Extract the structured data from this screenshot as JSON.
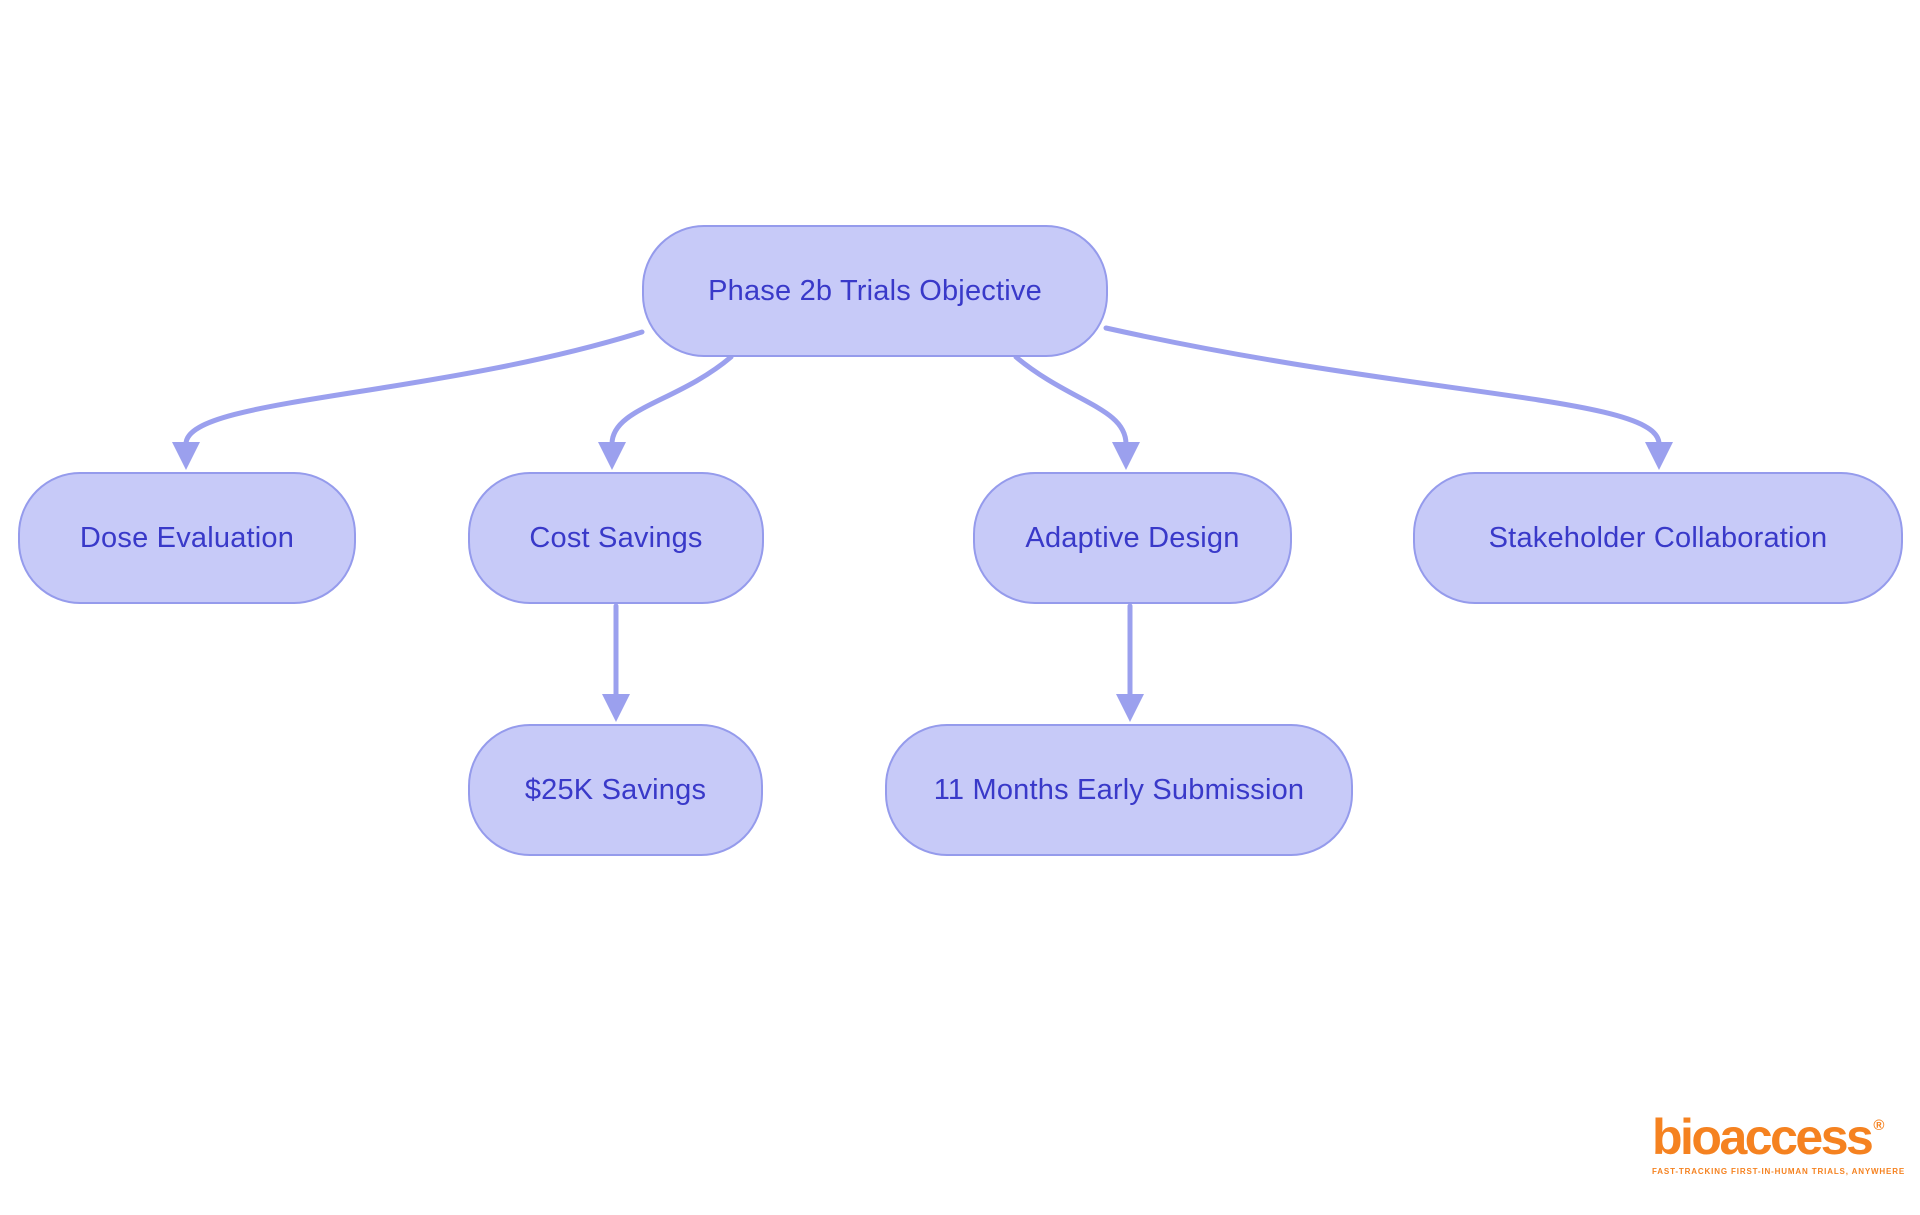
{
  "diagram": {
    "type": "flowchart",
    "nodes": [
      {
        "id": "root",
        "label": "Phase 2b Trials Objective"
      },
      {
        "id": "dose",
        "label": "Dose Evaluation"
      },
      {
        "id": "cost",
        "label": "Cost Savings"
      },
      {
        "id": "adaptive",
        "label": "Adaptive Design"
      },
      {
        "id": "stakeholder",
        "label": "Stakeholder Collaboration"
      },
      {
        "id": "savings",
        "label": "$25K Savings"
      },
      {
        "id": "submission",
        "label": "11 Months Early Submission"
      }
    ],
    "edges": [
      {
        "from": "root",
        "to": "dose"
      },
      {
        "from": "root",
        "to": "cost"
      },
      {
        "from": "root",
        "to": "adaptive"
      },
      {
        "from": "root",
        "to": "stakeholder"
      },
      {
        "from": "cost",
        "to": "savings"
      },
      {
        "from": "adaptive",
        "to": "submission"
      }
    ],
    "colors": {
      "node_fill": "#C7CAF8",
      "node_border": "#959BEC",
      "node_text": "#3939C9",
      "edge": "#9BA0EE",
      "background": "#FFFFFF",
      "brand_orange": "#F58220"
    }
  },
  "logo": {
    "brand": "bioaccess",
    "registered": "®",
    "tagline": "FAST-TRACKING FIRST-IN-HUMAN TRIALS, ANYWHERE"
  }
}
